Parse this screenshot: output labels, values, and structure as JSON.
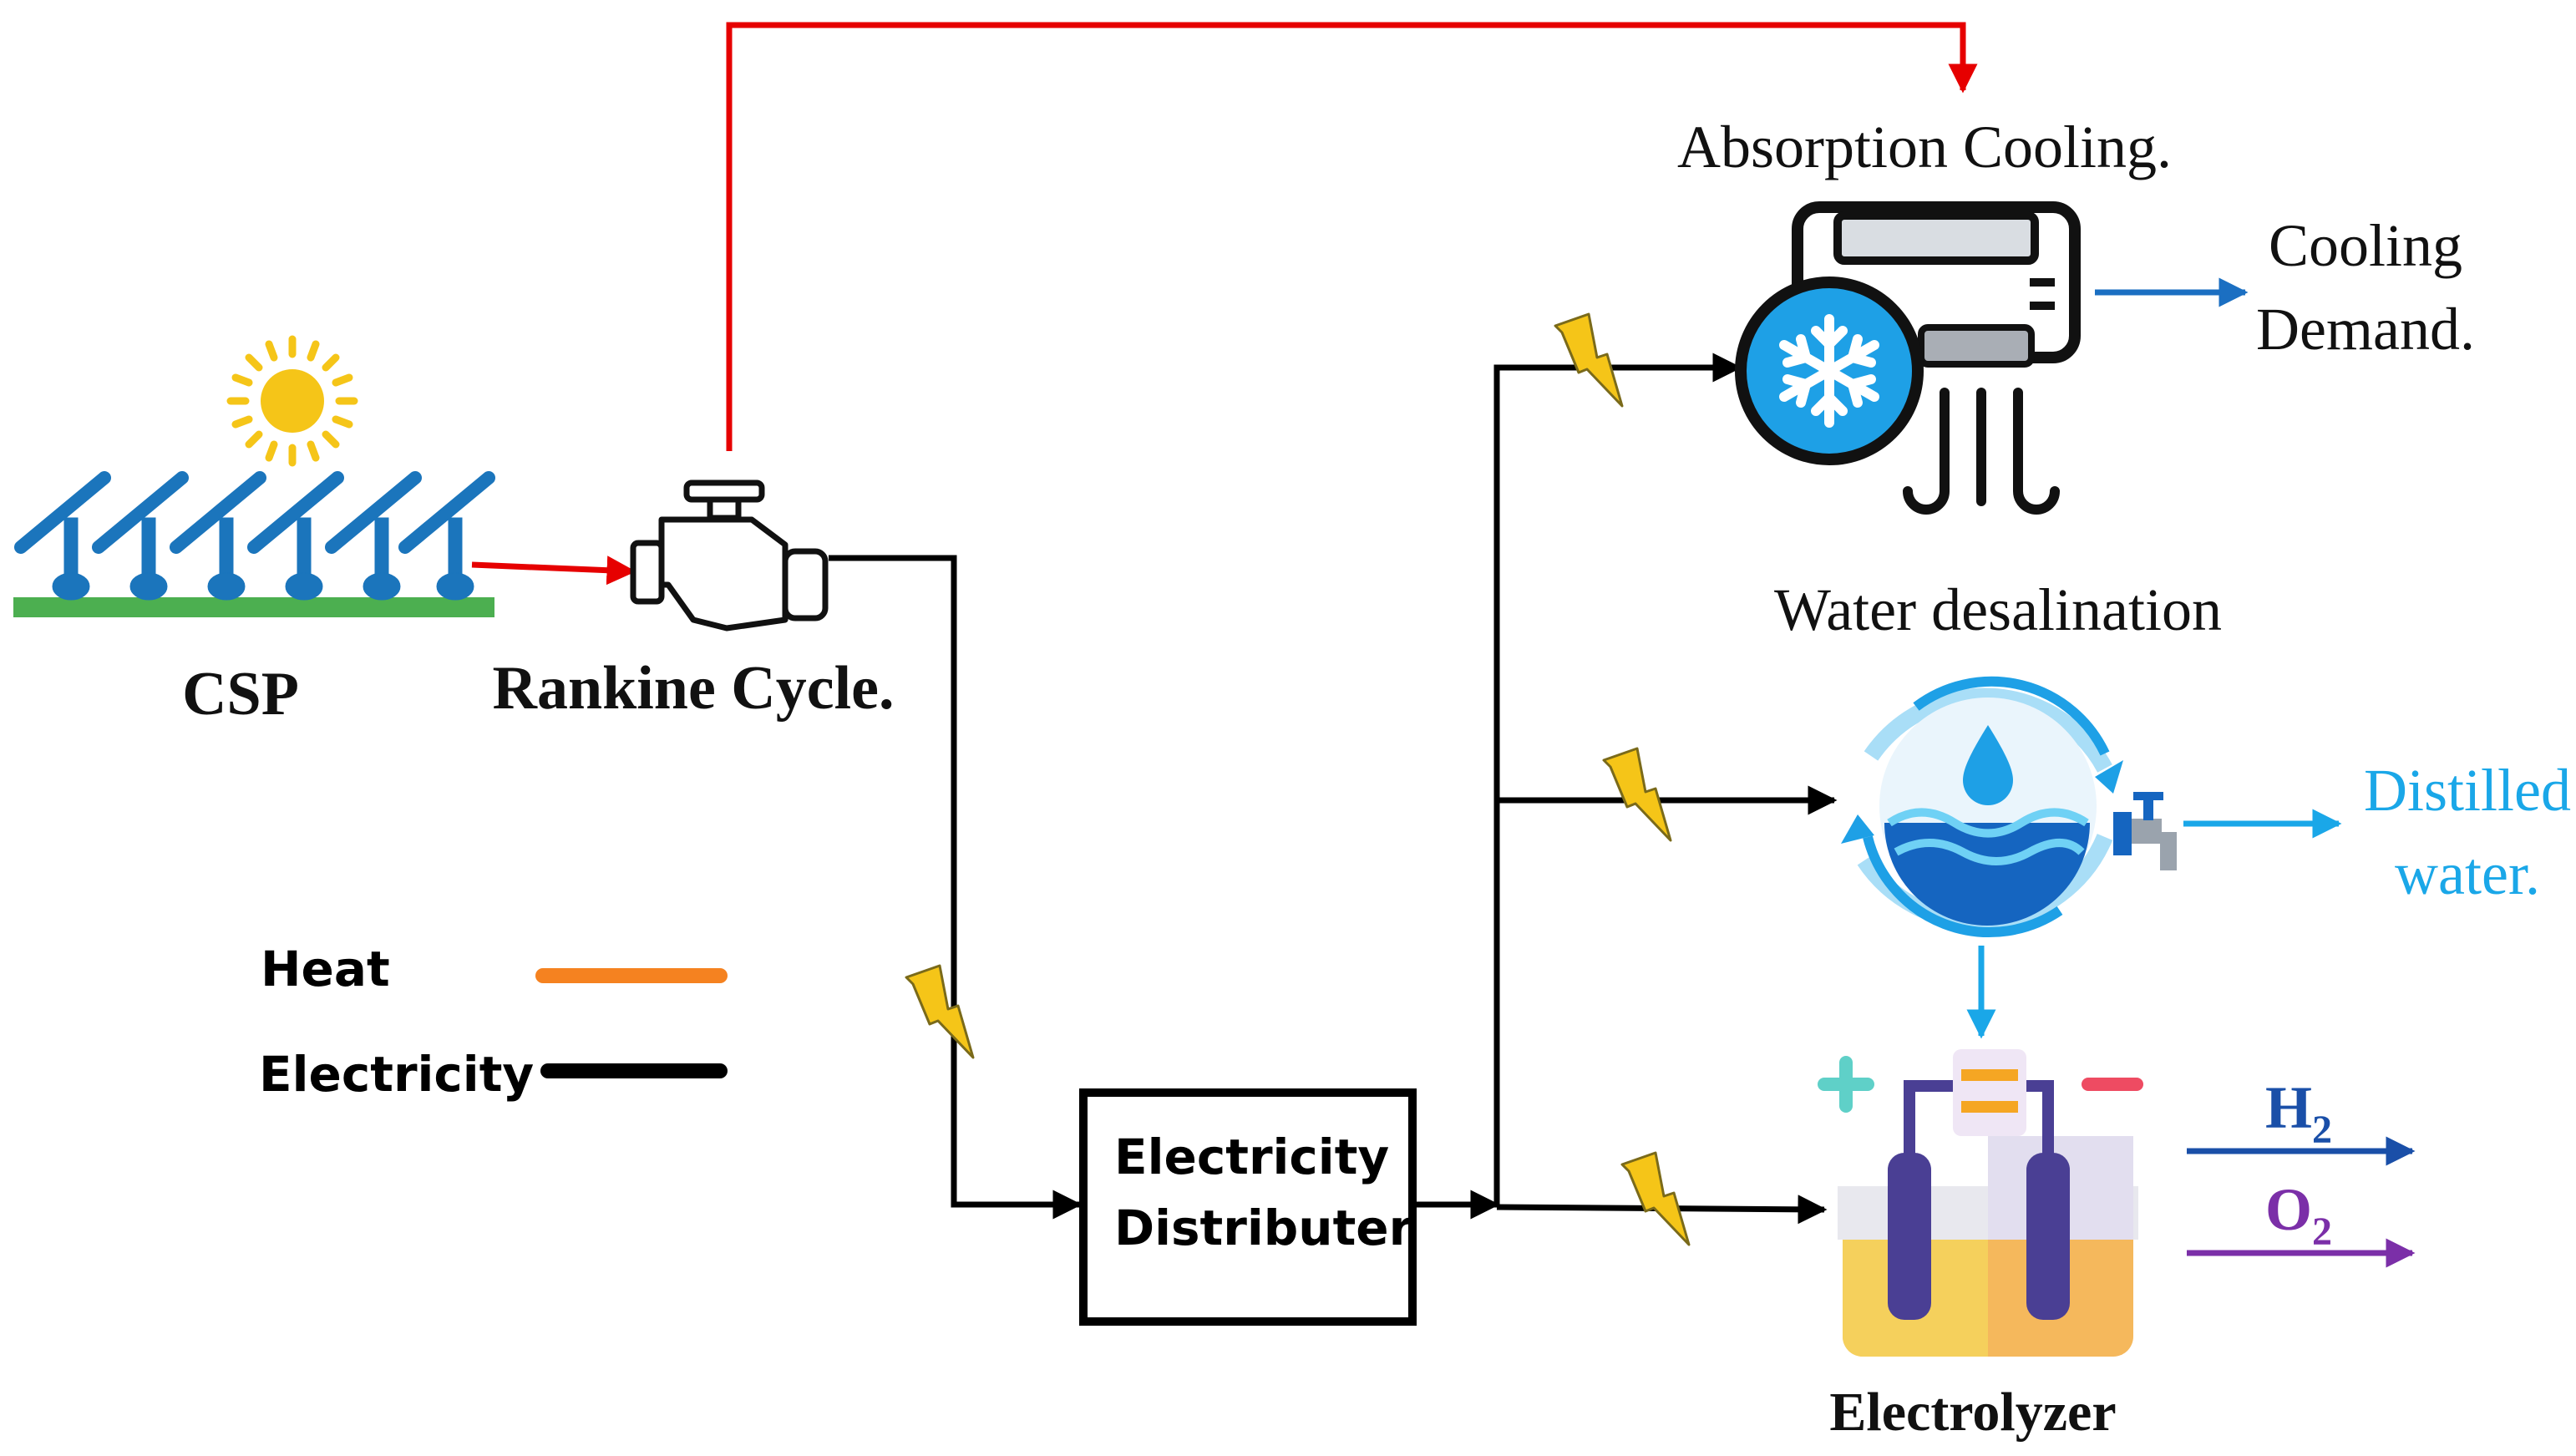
{
  "labels": {
    "csp": "CSP",
    "rankine": "Rankine Cycle.",
    "absorption": "Absorption Cooling.",
    "cooling_line1": "Cooling",
    "cooling_line2": "Demand.",
    "desalination": "Water desalination",
    "distilled_line1": "Distilled",
    "distilled_line2": "water.",
    "distributer_line1": "Electricity",
    "distributer_line2": "Distributer",
    "electrolyzer": "Electrolyzer",
    "h2": "H",
    "h2_sub": "2",
    "o2": "O",
    "o2_sub": "2"
  },
  "legend": {
    "heat_label": "Heat",
    "electricity_label": "Electricity"
  },
  "colors": {
    "heat_line": "#e60000",
    "heat_legend": "#f58220",
    "electricity": "#000000",
    "cooling_arrow": "#1b6fc2",
    "distilled": "#1aa7e8",
    "h2": "#1a4fa8",
    "o2": "#7b2fa8",
    "bolt": "#f5c518",
    "panel": "#1b75bc",
    "ground": "#4caf50",
    "sun": "#f5c518"
  },
  "icons": [
    "sun-icon",
    "solar-panel-icon",
    "engine-icon",
    "air-conditioner-icon",
    "snowflake-icon",
    "water-cycle-icon",
    "water-drop-icon",
    "faucet-icon",
    "electrolyzer-icon",
    "lightning-bolt-icon"
  ]
}
